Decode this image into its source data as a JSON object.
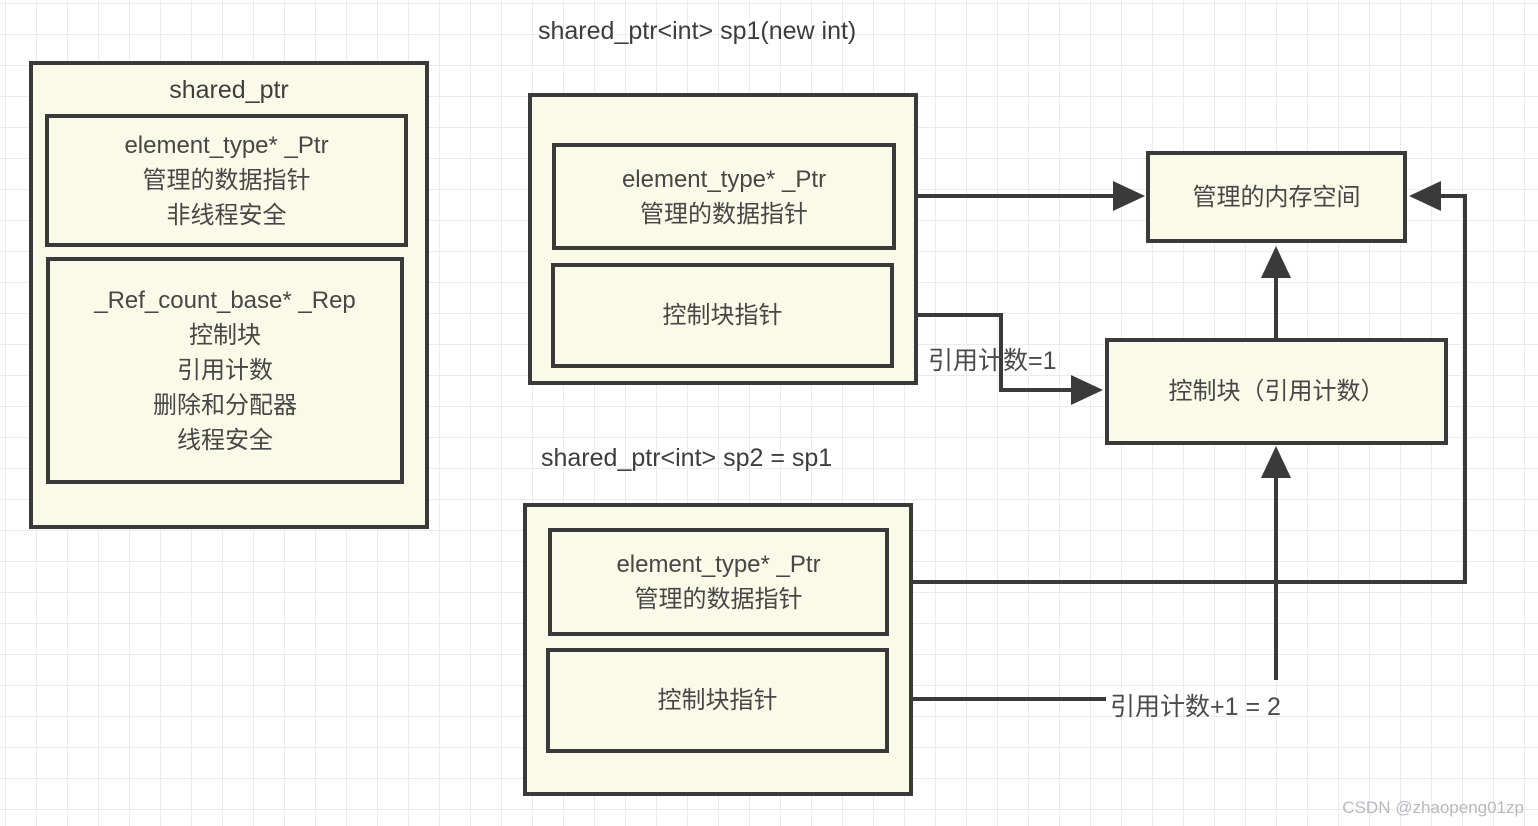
{
  "colors": {
    "box_fill": "#fafae8",
    "box_border": "#3a3a3a",
    "arrow": "#3a3a3a",
    "grid": "#ebebeb",
    "text": "#474747",
    "watermark": "#b8b9c0"
  },
  "left_box": {
    "title": "shared_ptr",
    "ptr": [
      "element_type* _Ptr",
      "管理的数据指针",
      "非线程安全"
    ],
    "rep": [
      "_Ref_count_base* _Rep",
      "控制块",
      "引用计数",
      "删除和分配器",
      "线程安全"
    ]
  },
  "sp1": {
    "caption": "shared_ptr<int> sp1(new int)",
    "ptr": [
      "element_type* _Ptr",
      "管理的数据指针"
    ],
    "ctrl": "控制块指针"
  },
  "sp2": {
    "caption": "shared_ptr<int> sp2 = sp1",
    "ptr": [
      "element_type* _Ptr",
      "管理的数据指针"
    ],
    "ctrl": "控制块指针"
  },
  "memory_box": {
    "label": "管理的内存空间"
  },
  "control_box": {
    "label": "控制块（引用计数）"
  },
  "annotations": {
    "ref_count_1": "引用计数=1",
    "ref_count_2": "引用计数+1 = 2"
  },
  "watermark": "CSDN @zhaopeng01zp"
}
